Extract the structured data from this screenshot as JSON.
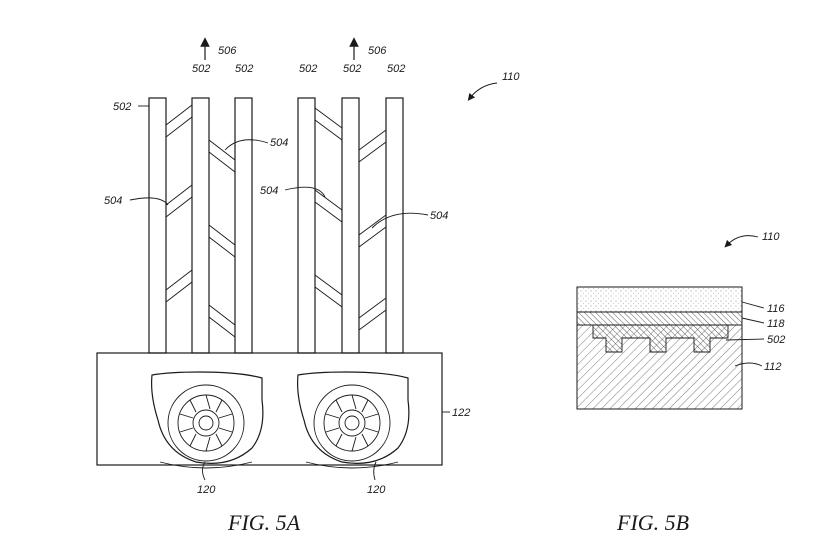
{
  "figures": {
    "fig5a": {
      "caption": "FIG. 5A",
      "labels": {
        "tube_502": "502",
        "fin_504": "504",
        "airflow_506": "506",
        "assembly_110": "110",
        "housing_122": "122",
        "fan_120": "120"
      }
    },
    "fig5b": {
      "caption": "FIG. 5B",
      "labels": {
        "assembly_110": "110",
        "layer_116": "116",
        "layer_118": "118",
        "tube_502": "502",
        "substrate_112": "112"
      }
    }
  }
}
